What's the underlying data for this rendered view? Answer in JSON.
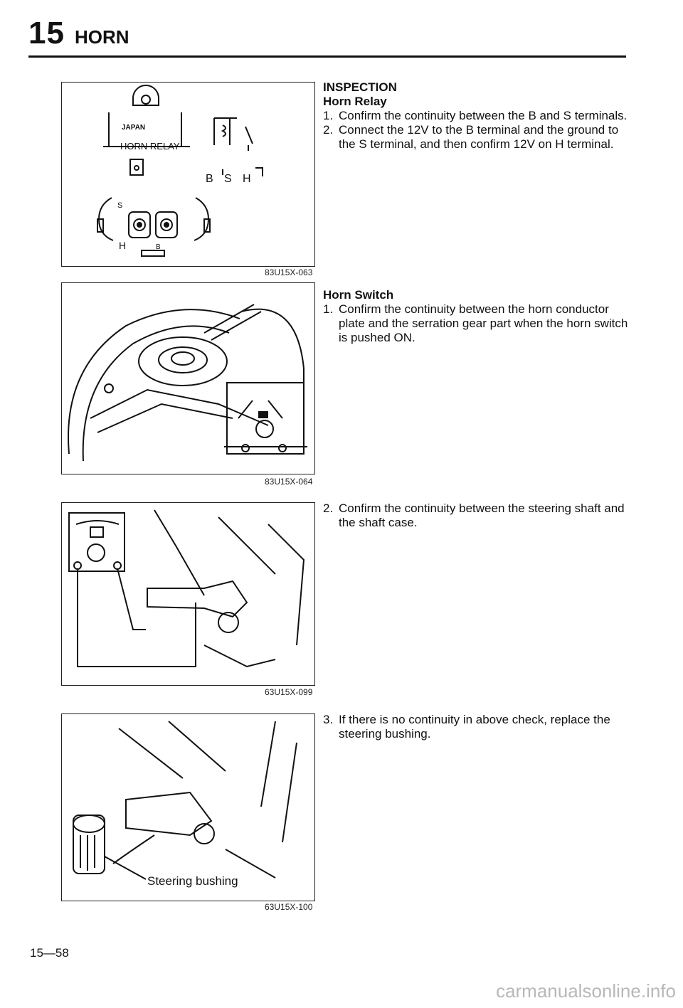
{
  "header": {
    "section_number": "15",
    "section_title": "HORN"
  },
  "figures": [
    {
      "code": "83U15X-063",
      "labels": {
        "japan": "JAPAN",
        "horn_relay": "HORN RELAY",
        "b": "B",
        "s": "S",
        "h": "H"
      }
    },
    {
      "code": "83U15X-064"
    },
    {
      "code": "63U15X-099"
    },
    {
      "code": "63U15X-100",
      "callout": "Steering bushing"
    }
  ],
  "inspection": {
    "heading": "INSPECTION",
    "horn_relay": {
      "title": "Horn Relay",
      "steps": [
        {
          "n": "1.",
          "text": "Confirm the continuity between the B and S terminals."
        },
        {
          "n": "2.",
          "text": "Connect the 12V to the B terminal and the ground to the S terminal, and then confirm 12V on H terminal."
        }
      ]
    },
    "horn_switch": {
      "title": "Horn Switch",
      "steps": [
        {
          "n": "1.",
          "text": "Confirm the continuity between the horn conductor plate and the serration gear part when the horn switch is pushed ON."
        },
        {
          "n": "2.",
          "text": "Confirm the continuity between the steering shaft and the shaft case."
        },
        {
          "n": "3.",
          "text": "If there is no continuity in above check, replace the steering bushing."
        }
      ]
    }
  },
  "page_number": "15—58",
  "watermark": "carmanualsonline.info"
}
